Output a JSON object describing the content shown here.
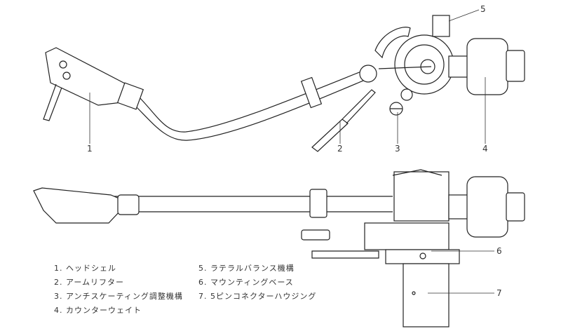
{
  "callouts": [
    "1",
    "2",
    "3",
    "4",
    "5",
    "6",
    "7"
  ],
  "legend": [
    {
      "num": "1.",
      "label": "ヘッドシェル"
    },
    {
      "num": "2.",
      "label": "アームリフター"
    },
    {
      "num": "3.",
      "label": "アンチスケーティング調整機構"
    },
    {
      "num": "4.",
      "label": "カウンターウェイト"
    },
    {
      "num": "5.",
      "label": "ラテラルバランス機構"
    },
    {
      "num": "6.",
      "label": "マウンティングベース"
    },
    {
      "num": "7.",
      "label": "5ピンコネクターハウジング"
    }
  ]
}
